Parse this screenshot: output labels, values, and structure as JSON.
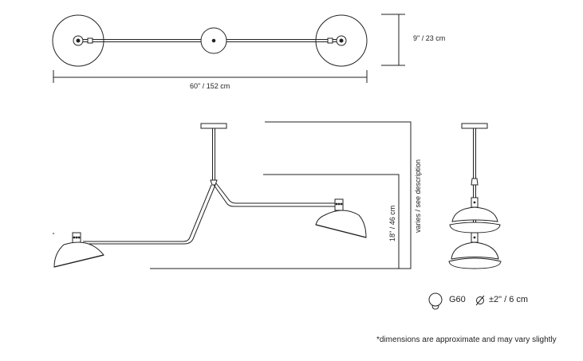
{
  "dimensions": {
    "width_label": "60\" / 152 cm",
    "depth_label": "9\" / 23 cm",
    "drop_label": "18\" / 46 cm",
    "height_label": "varies / see description"
  },
  "legend": {
    "bulb_icon": "bulb-icon",
    "bulb_type": "G60",
    "diameter_icon": "diameter-icon",
    "diameter_text": "±2\" / 6 cm"
  },
  "footnote": "*dimensions are approximate and may vary slightly"
}
